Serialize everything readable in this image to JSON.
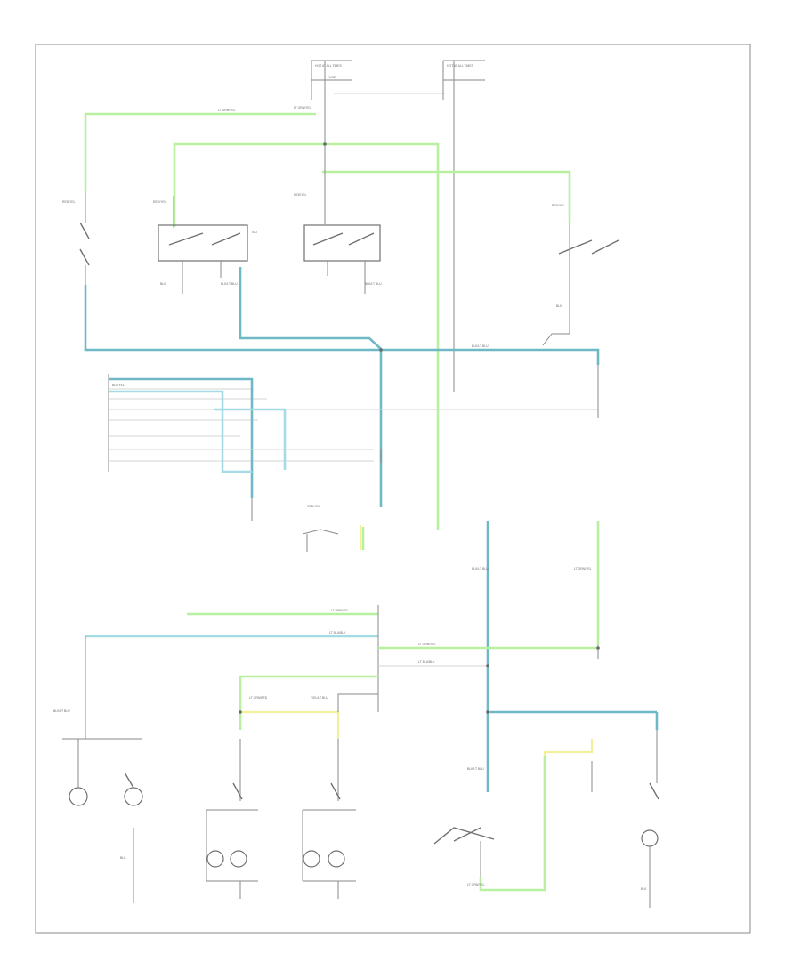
{
  "diagram": {
    "corner_code": "",
    "fuse_labels": [
      "HOT AT ALL TIMES",
      "HOT AT ALL TIMES"
    ],
    "labels": [
      "ISO",
      "FUSE",
      "LT GRN/YEL",
      "RED/YEL",
      "BLK/LT BLU",
      "BLK",
      "BLK/YEL",
      "LT BLU/BLK",
      "YEL/LT BLU",
      "LT GRN/RED"
    ],
    "components": [
      "courtesy-lamp-switch",
      "left-courtesy-lamp-switch",
      "right-courtesy-lamp-switch",
      "front-door-switch",
      "generic-electronic-module",
      "left-front-door-lamp",
      "right-front-door-lamp",
      "courtesy-lamp",
      "rear-courtesy-lamp",
      "dome-lamp"
    ]
  }
}
